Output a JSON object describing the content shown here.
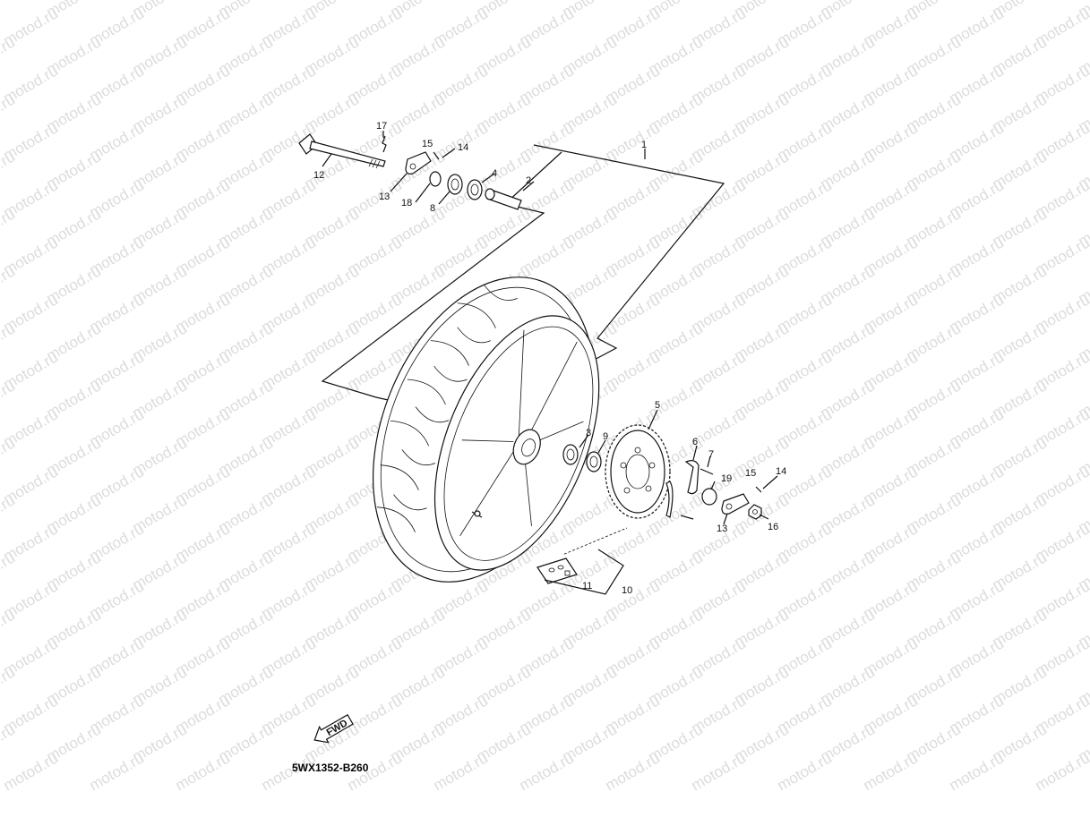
{
  "watermark": "motod.ru",
  "diagram_code": "5WX1352-B260",
  "fwd_label": "FWD",
  "callouts": [
    {
      "id": "c1",
      "label": "1"
    },
    {
      "id": "c2",
      "label": "2"
    },
    {
      "id": "c3",
      "label": "3"
    },
    {
      "id": "c4",
      "label": "4"
    },
    {
      "id": "c5",
      "label": "5"
    },
    {
      "id": "c6",
      "label": "6"
    },
    {
      "id": "c7",
      "label": "7"
    },
    {
      "id": "c8",
      "label": "8"
    },
    {
      "id": "c9",
      "label": "9"
    },
    {
      "id": "c10",
      "label": "10"
    },
    {
      "id": "c11",
      "label": "11"
    },
    {
      "id": "c12",
      "label": "12"
    },
    {
      "id": "c13a",
      "label": "13"
    },
    {
      "id": "c13b",
      "label": "13"
    },
    {
      "id": "c14a",
      "label": "14"
    },
    {
      "id": "c14b",
      "label": "14"
    },
    {
      "id": "c15a",
      "label": "15"
    },
    {
      "id": "c15b",
      "label": "15"
    },
    {
      "id": "c16",
      "label": "16"
    },
    {
      "id": "c17",
      "label": "17"
    },
    {
      "id": "c18",
      "label": "18"
    },
    {
      "id": "c19",
      "label": "19"
    }
  ]
}
